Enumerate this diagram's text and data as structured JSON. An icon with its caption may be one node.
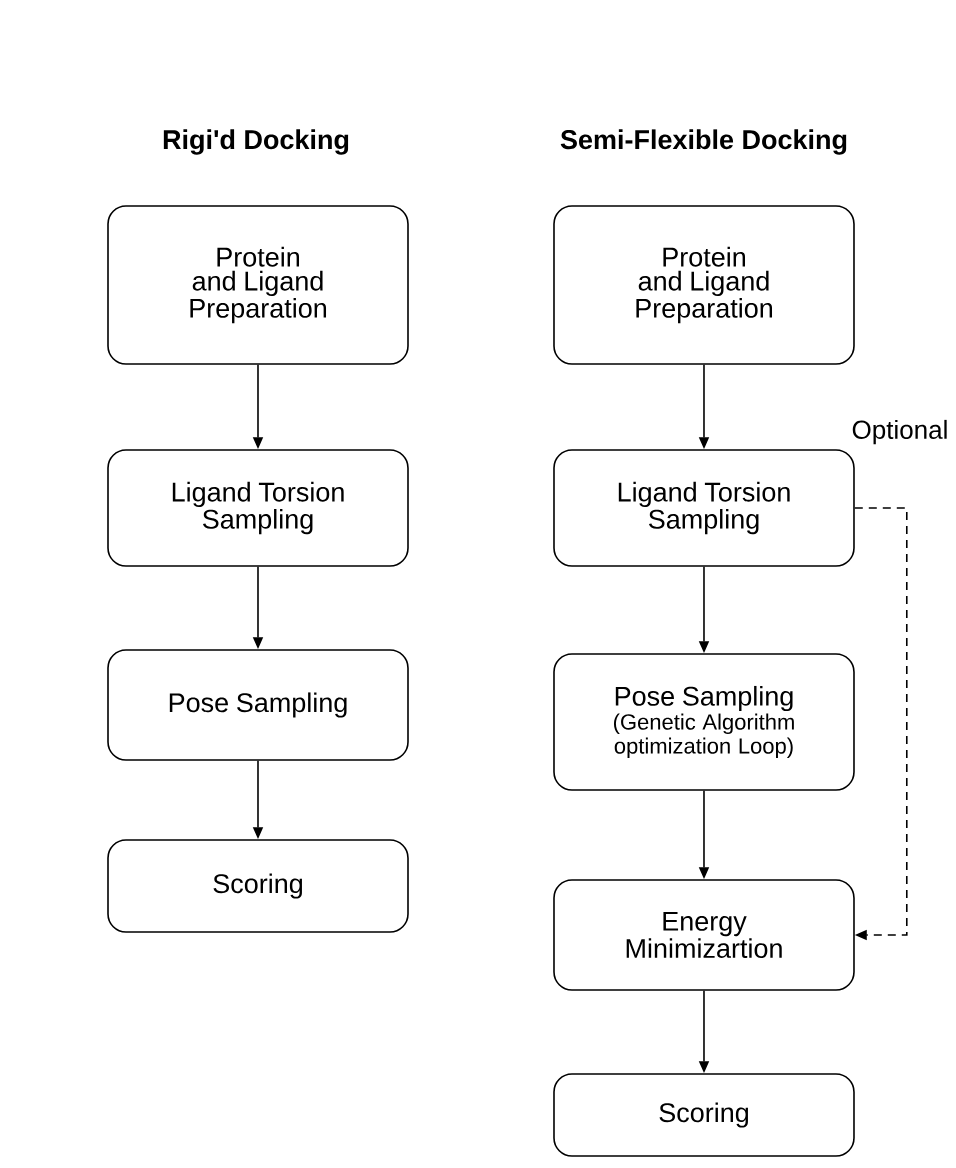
{
  "diagram": {
    "nodes": [
      {
        "text": [
          "Protein and Ligand Preparation"
        ]
      },
      {
        "text": [
          "Ligand Torsion Sampling"
        ]
      },
      {
        "text": [
          "Pose Sampling"
        ]
      },
      {
        "text": [
          "Scoring"
        ]
      },
      {
        "text": [
          "Protein and Ligand Preparation"
        ]
      },
      {
        "text": [
          "Ligand Torsion Sampling"
        ]
      },
      {
        "text": [
          "Pose Sampling",
          "(Genetic Algorithm optimization Loop)"
        ]
      },
      {
        "text": [
          "Energy Minimizartion"
        ]
      },
      {
        "text": [
          "Scoring"
        ]
      }
    ],
    "edges": [
      {
        "from": 0,
        "to": 1,
        "arrow": "to"
      },
      {
        "from": 1,
        "to": 2,
        "arrow": "to"
      },
      {
        "from": 2,
        "to": 3,
        "arrow": "to"
      },
      {
        "from": 4,
        "to": 5,
        "arrow": "to"
      },
      {
        "from": 5,
        "to": 6,
        "arrow": "to"
      },
      {
        "from": 6,
        "to": 7,
        "arrow": "to"
      },
      {
        "from": 7,
        "to": 8,
        "arrow": "to"
      },
      {
        "from": 5,
        "to": 7,
        "arrow": "to",
        "style": "dashed",
        "label": "Optional"
      }
    ],
    "labels": [
      "Rigi'd Docking",
      "Semi-Flexible Docking"
    ]
  }
}
